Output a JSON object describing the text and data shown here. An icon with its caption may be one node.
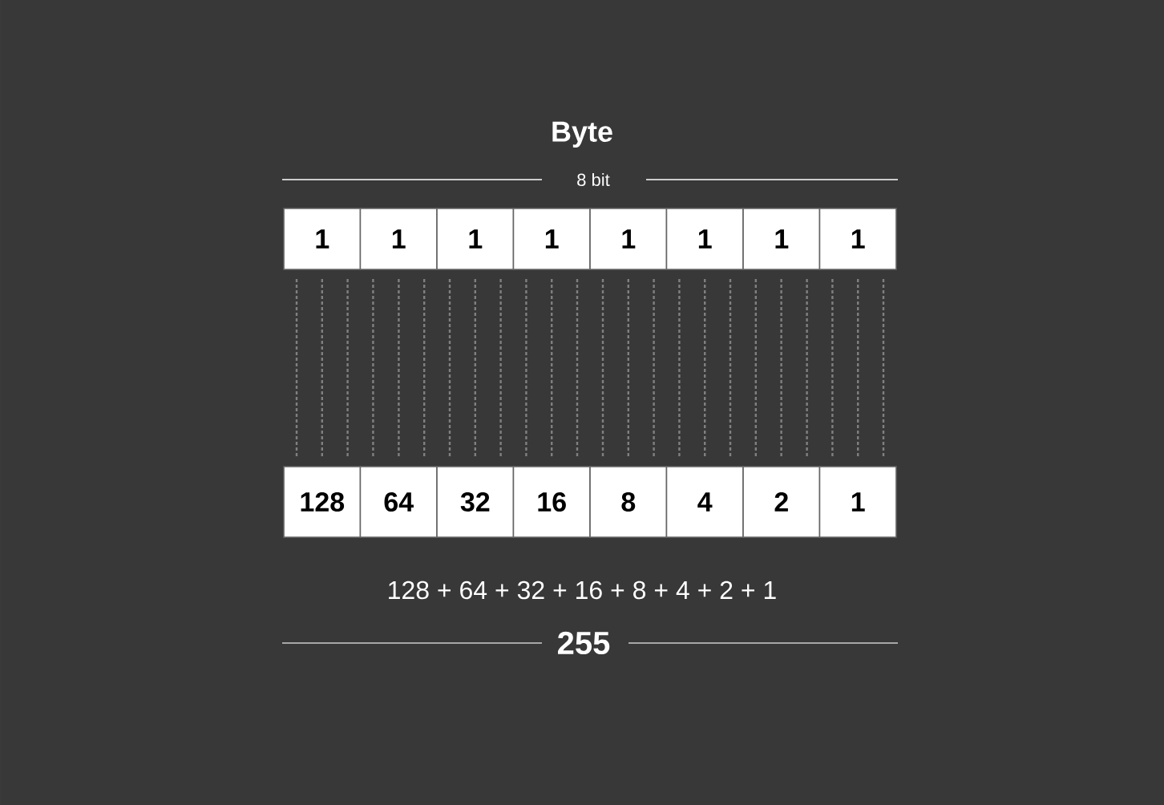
{
  "diagram": {
    "title": "Byte",
    "nodes": [
      {
        "text": [
          "1"
        ]
      },
      {
        "text": [
          "1"
        ]
      },
      {
        "text": [
          "1"
        ]
      },
      {
        "text": [
          "1"
        ]
      },
      {
        "text": [
          "1"
        ]
      },
      {
        "text": [
          "1"
        ]
      },
      {
        "text": [
          "1"
        ]
      },
      {
        "text": [
          "1"
        ]
      },
      {
        "text": [
          "128"
        ]
      },
      {
        "text": [
          "64"
        ]
      },
      {
        "text": [
          "32"
        ]
      },
      {
        "text": [
          "16"
        ]
      },
      {
        "text": [
          "8"
        ]
      },
      {
        "text": [
          "4"
        ]
      },
      {
        "text": [
          "2"
        ]
      },
      {
        "text": [
          "1"
        ]
      }
    ],
    "labels": [
      "8 bit",
      "128 + 64 + 32 + 16 + 8 + 4 + 2 + 1",
      "255"
    ]
  }
}
